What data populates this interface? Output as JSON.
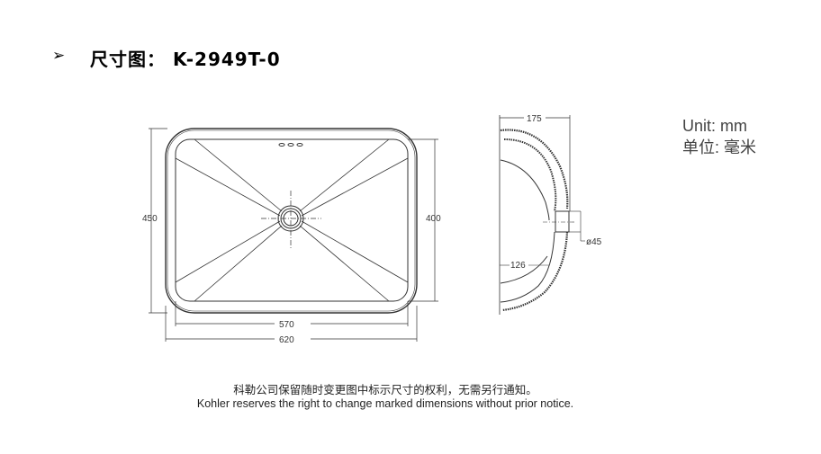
{
  "header": {
    "bullet_icon": "arrow-bullet-icon",
    "title": "尺寸图： K-2949T-0"
  },
  "units": {
    "en": "Unit: mm",
    "cn": "单位: 毫米"
  },
  "dimensions": {
    "total_height": "450",
    "basin_height": "400",
    "basin_width": "570",
    "total_width": "620",
    "depth": "175",
    "drain_depth": "126",
    "drain_diameter": "ø45"
  },
  "note": {
    "cn": "科勒公司保留随时变更图中标示尺寸的权利，无需另行通知。",
    "en": "Kohler reserves the right to change marked dimensions without prior notice."
  }
}
